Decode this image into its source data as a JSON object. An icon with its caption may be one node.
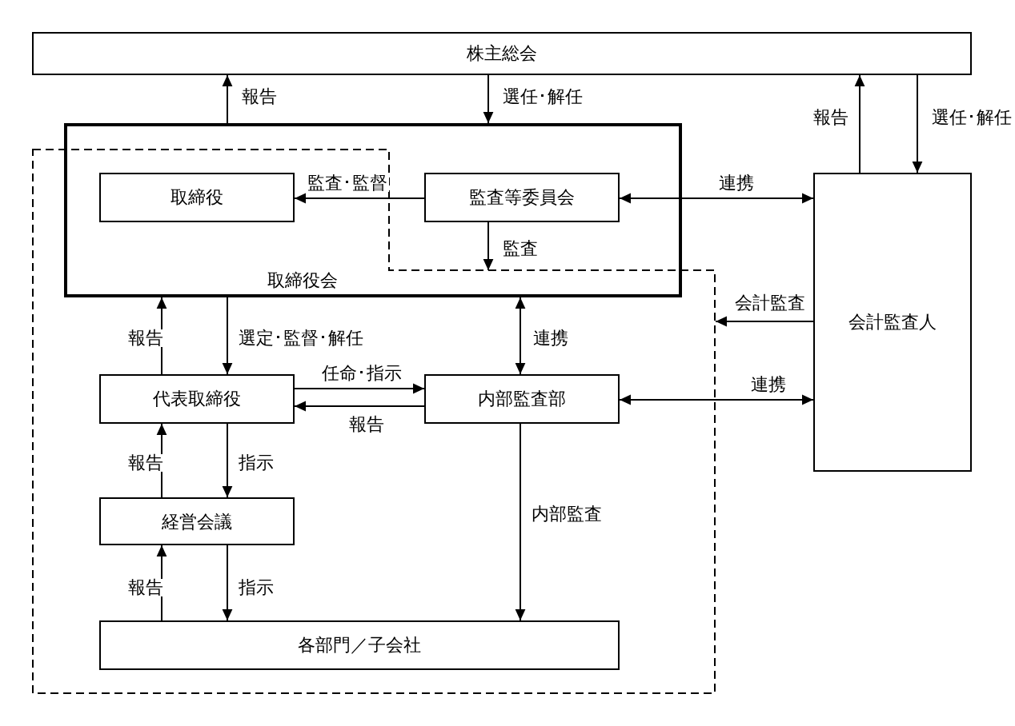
{
  "diagram": {
    "nodes": [
      {
        "text": [
          "株主総会"
        ]
      },
      {
        "text": [
          "取締役会"
        ]
      },
      {
        "text": [
          "取締役"
        ],
        "in": 1
      },
      {
        "text": [
          "監査等委員会"
        ],
        "in": 1
      },
      {
        "text": [
          "会計監査人"
        ]
      },
      {
        "text": [],
        "shape": "polygon"
      },
      {
        "text": [
          "代表取締役"
        ],
        "in": 5
      },
      {
        "text": [
          "内部監査部"
        ],
        "in": 5
      },
      {
        "text": [
          "経営会議"
        ],
        "in": 5
      },
      {
        "text": [
          "各部門／子会社"
        ],
        "in": 5
      }
    ],
    "edges": [
      {
        "from": 1,
        "to": 0,
        "arrow": "to",
        "label": "報告"
      },
      {
        "from": 0,
        "to": 1,
        "arrow": "to",
        "label": "選任･解任"
      },
      {
        "from": 4,
        "to": 0,
        "arrow": "to",
        "label": "報告"
      },
      {
        "from": 0,
        "to": 4,
        "arrow": "to",
        "label": "選任･解任"
      },
      {
        "from": 3,
        "to": 2,
        "arrow": "to",
        "label": "監査･監督"
      },
      {
        "from": 3,
        "to": 4,
        "arrow": "both",
        "label": "連携"
      },
      {
        "from": 3,
        "to": 5,
        "arrow": "to",
        "label": "監査"
      },
      {
        "from": 4,
        "to": 5,
        "arrow": "to",
        "label": "会計監査"
      },
      {
        "from": 6,
        "to": 1,
        "arrow": "to",
        "label": "報告"
      },
      {
        "from": 1,
        "to": 6,
        "arrow": "to",
        "label": "選定･監督･解任"
      },
      {
        "from": 1,
        "to": 7,
        "arrow": "both",
        "label": "連携"
      },
      {
        "from": 6,
        "to": 7,
        "arrow": "to",
        "label": "任命･指示"
      },
      {
        "from": 7,
        "to": 6,
        "arrow": "to",
        "label": "報告"
      },
      {
        "from": 7,
        "to": 4,
        "arrow": "both",
        "label": "連携"
      },
      {
        "from": 8,
        "to": 6,
        "arrow": "to",
        "label": "報告"
      },
      {
        "from": 6,
        "to": 8,
        "arrow": "to",
        "label": "指示"
      },
      {
        "from": 9,
        "to": 8,
        "arrow": "to",
        "label": "報告"
      },
      {
        "from": 8,
        "to": 9,
        "arrow": "to",
        "label": "指示"
      },
      {
        "from": 7,
        "to": 9,
        "arrow": "to",
        "label": "内部監査"
      }
    ]
  }
}
